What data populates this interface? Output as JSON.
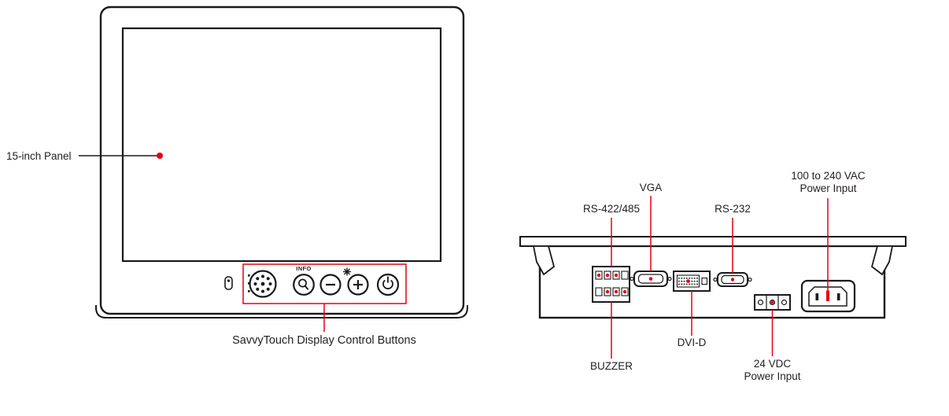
{
  "page": {
    "background": "#ffffff"
  },
  "colors": {
    "accent_red": "#e60012",
    "ink": "#231f20",
    "outline": "#1a1a1a"
  },
  "front_view": {
    "panel_label": "15-inch Panel",
    "controls_label": "SavvyTouch Display Control Buttons",
    "info_button_label": "INFO",
    "icons": {
      "light_sensor": "sensor-icon",
      "led_ring": "led-ring-icon",
      "magnifier": "magnifier-icon",
      "minus": "minus-icon",
      "brightness": "brightness-icon",
      "plus": "plus-icon",
      "power": "power-icon"
    }
  },
  "bottom_view": {
    "rs422_label": "RS-422/485",
    "vga_label": "VGA",
    "rs232_label": "RS-232",
    "vac_power_label": {
      "line1": "100 to 240 VAC",
      "line2": "Power Input"
    },
    "dvid_label": "DVI-D",
    "buzzer_label": "BUZZER",
    "vdc_power_label": {
      "line1": "24 VDC",
      "line2": "Power Input"
    }
  }
}
